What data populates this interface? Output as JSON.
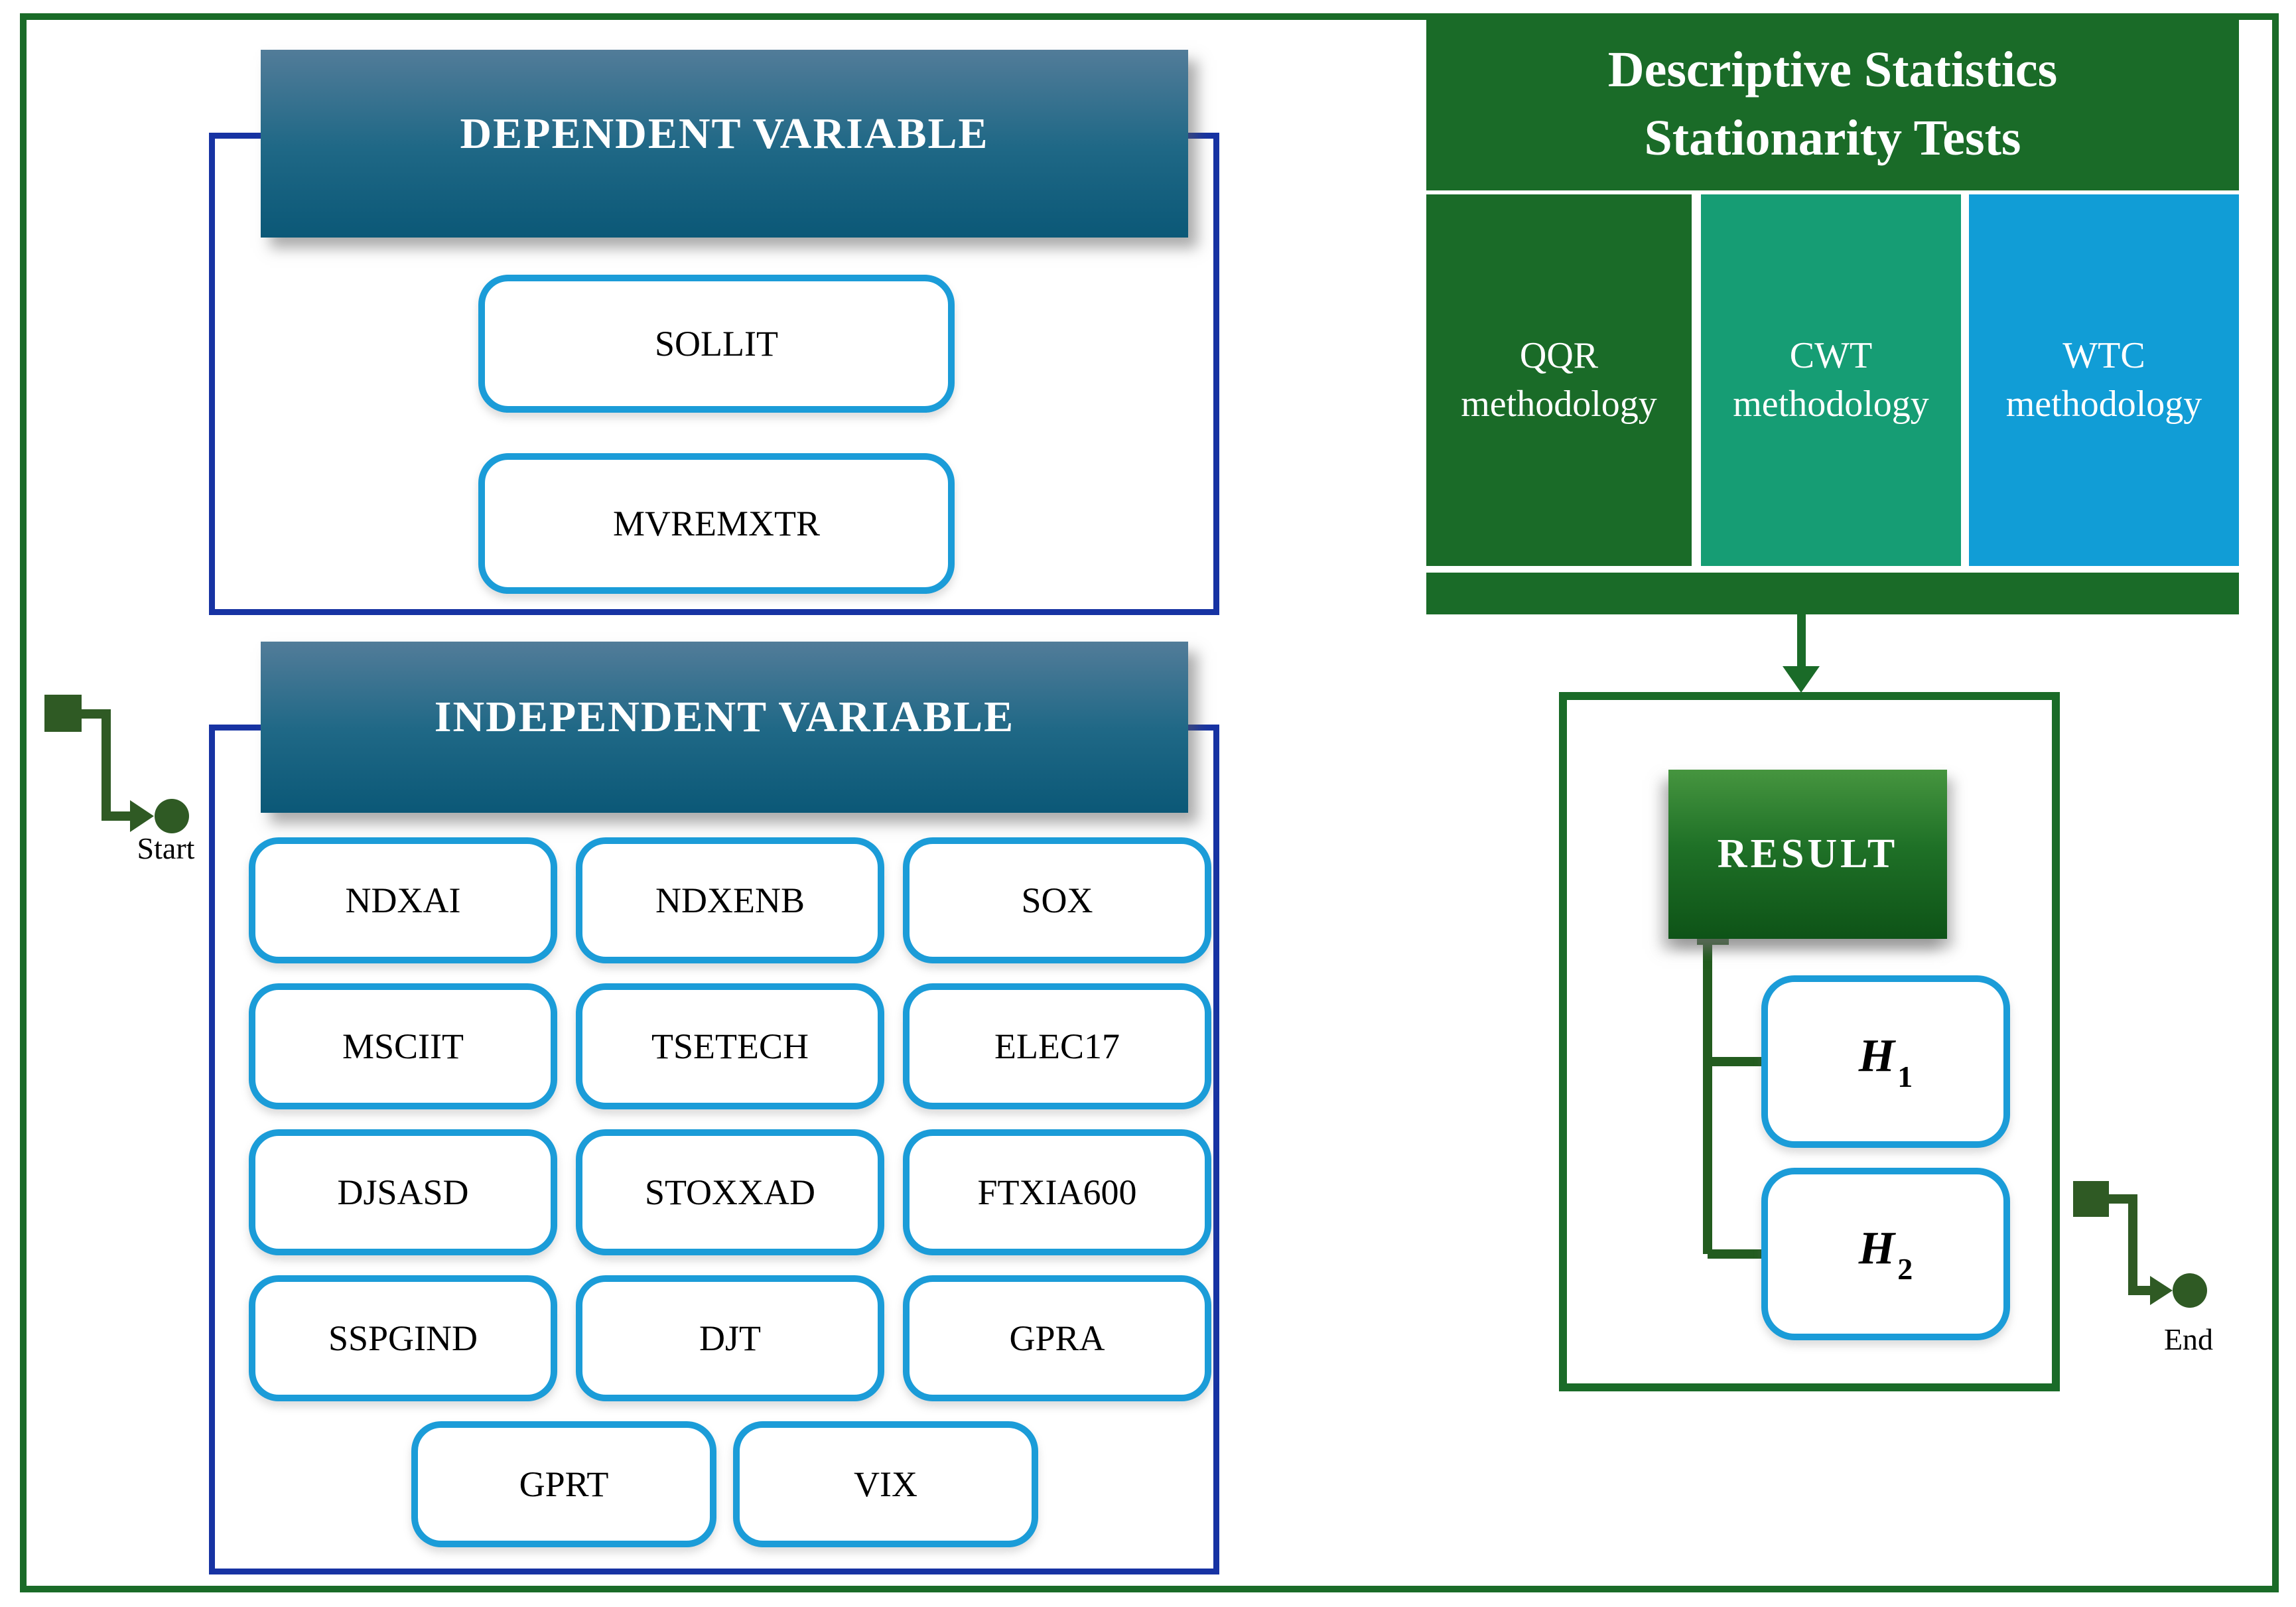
{
  "dependent": {
    "title": "DEPENDENT VARIABLE",
    "items": [
      "SOLLIT",
      "MVREMXTR"
    ]
  },
  "independent": {
    "title": "INDEPENDENT VARIABLE",
    "items": [
      "NDXAI",
      "NDXENB",
      "SOX",
      "MSCIIT",
      "TSETECH",
      "ELEC17",
      "DJSASD",
      "STOXXAD",
      "FTXIA600",
      "SSPGIND",
      "DJT",
      "GPRA",
      "GPRT",
      "VIX"
    ]
  },
  "tests": {
    "title_line1": "Descriptive Statistics",
    "title_line2": "Stationarity Tests",
    "methods": [
      {
        "name": "QQR methodology",
        "color": "#1a6b28"
      },
      {
        "name": "CWT methodology",
        "color": "#169d74"
      },
      {
        "name": "WTC methodology",
        "color": "#119dd6"
      }
    ]
  },
  "result": {
    "title": "RESULT",
    "hypotheses": [
      {
        "base": "H",
        "sub": "1"
      },
      {
        "base": "H",
        "sub": "2"
      }
    ]
  },
  "markers": {
    "start_label": "Start",
    "end_label": "End"
  },
  "colors": {
    "frame_green": "#1a6b28",
    "navy_border": "#1733a3",
    "cyan_border": "#1b9cd8",
    "teal_green": "#169d74",
    "method_blue": "#119dd6",
    "marker_green": "#2f5a24",
    "header_gradient_top": "#527c99",
    "header_gradient_bottom": "#0b5877"
  }
}
